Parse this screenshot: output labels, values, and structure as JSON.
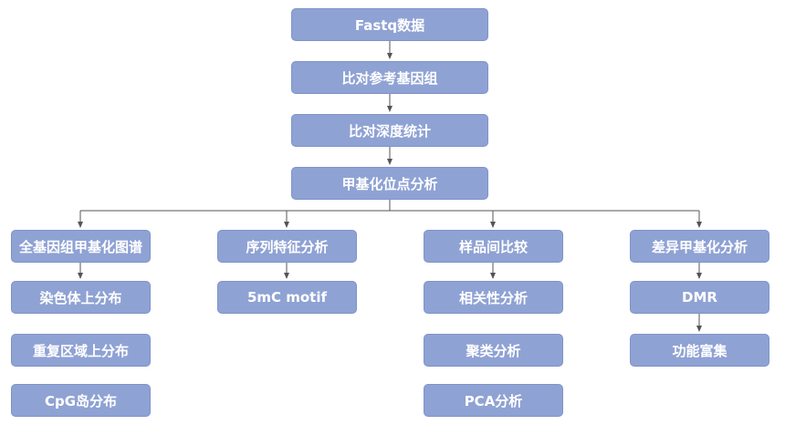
{
  "main_flow": [
    {
      "id": "fastq",
      "label": "Fastq数据"
    },
    {
      "id": "align",
      "label": "比对参考基因组"
    },
    {
      "id": "depth",
      "label": "比对深度统计"
    },
    {
      "id": "methyl-site",
      "label": "甲基化位点分析"
    }
  ],
  "branches": [
    {
      "title": "全基因组甲基化图谱",
      "items": [
        "染色体上分布",
        "重复区域上分布",
        "CpG岛分布"
      ]
    },
    {
      "title": "序列特征分析",
      "items": [
        "5mC motif"
      ]
    },
    {
      "title": "样品间比较",
      "items": [
        "相关性分析",
        "聚类分析",
        "PCA分析"
      ]
    },
    {
      "title": "差异甲基化分析",
      "items": [
        "DMR",
        "功能富集"
      ]
    }
  ],
  "colors": {
    "node_fill": "#8fa2d4",
    "node_text": "#ffffff",
    "connector": "#555555"
  }
}
